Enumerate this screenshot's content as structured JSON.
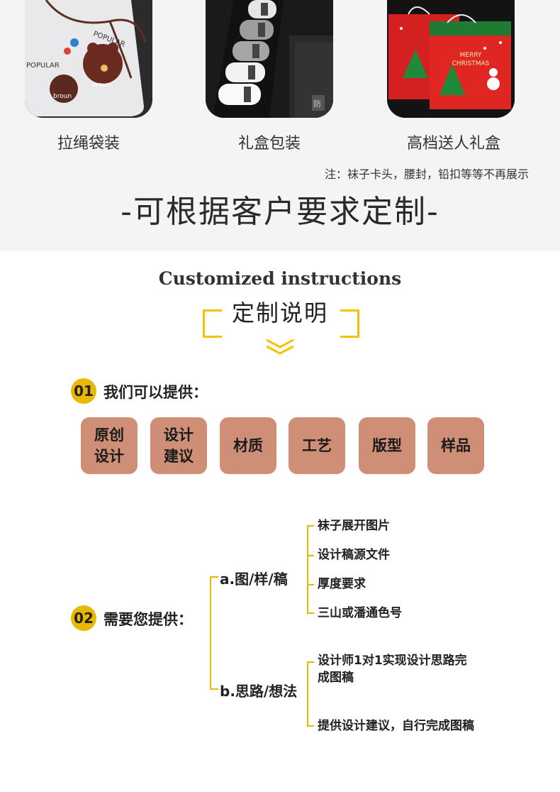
{
  "packaging": {
    "items": [
      {
        "label": "拉绳袋装",
        "icon": "drawstring-bag-photo"
      },
      {
        "label": "礼盒包装",
        "icon": "gift-box-socks-photo"
      },
      {
        "label": "高档送人礼盒",
        "icon": "christmas-gift-box-photo"
      }
    ],
    "photo_text": {
      "bag_brand": "POPULAR",
      "bag_brand2": "broun",
      "box_mark": "防",
      "xmas_line1": "MERRY",
      "xmas_line2": "CHRISTMAS"
    },
    "note": "注：袜子卡头，腰封，铅扣等等不再展示",
    "customizable": "-可根据客户要求定制-"
  },
  "instructions": {
    "title_en": "Customized instructions",
    "title_cn": "定制说明",
    "accent_color": "#e9b800",
    "tile_color": "#cf8f76",
    "section1": {
      "number": "01",
      "title": "我们可以提供：",
      "tiles": [
        "原创设计",
        "设计建议",
        "材质",
        "工艺",
        "版型",
        "样品"
      ]
    },
    "section2": {
      "number": "02",
      "title": "需要您提供：",
      "branches": [
        {
          "label": "a.图/样/稿",
          "items": [
            "袜子展开图片",
            "设计稿源文件",
            "厚度要求",
            "三山或潘通色号"
          ]
        },
        {
          "label": "b.思路/想法",
          "items": [
            "设计师1对1实现设计思路完成图稿",
            "提供设计建议，自行完成图稿"
          ]
        }
      ]
    }
  }
}
